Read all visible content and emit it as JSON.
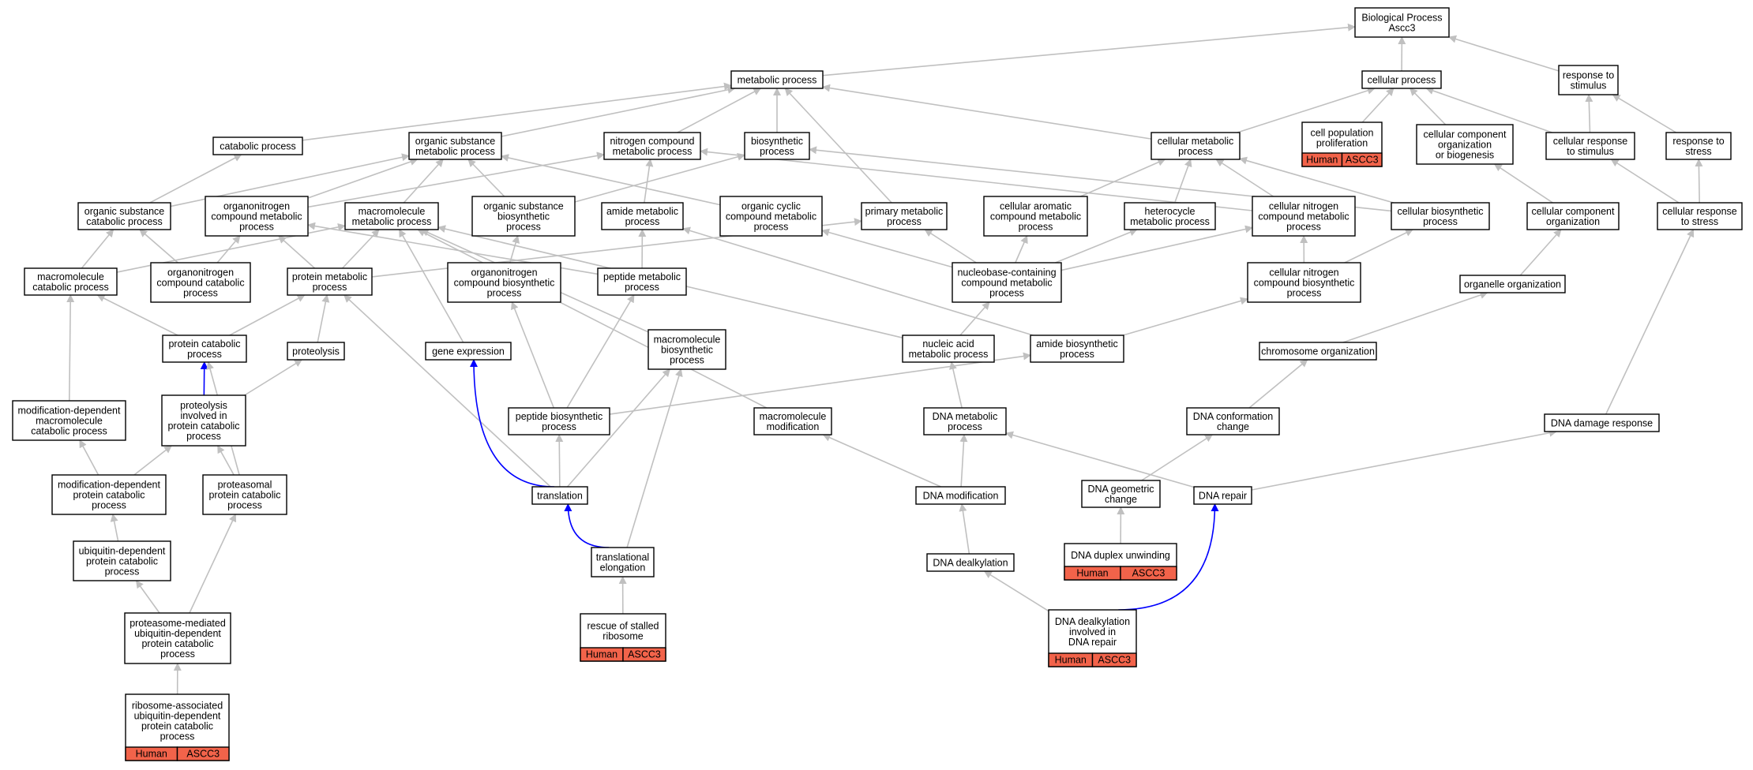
{
  "nodes": [
    {
      "id": "bp",
      "lines": [
        "Biological Process",
        "Ascc3"
      ]
    },
    {
      "id": "meta",
      "lines": [
        "metabolic process"
      ]
    },
    {
      "id": "cell",
      "lines": [
        "cellular process"
      ]
    },
    {
      "id": "rts",
      "lines": [
        "response to",
        "stimulus"
      ]
    },
    {
      "id": "catab",
      "lines": [
        "catabolic process"
      ]
    },
    {
      "id": "osmp",
      "lines": [
        "organic substance",
        "metabolic process"
      ]
    },
    {
      "id": "ncmp",
      "lines": [
        "nitrogen compound",
        "metabolic process"
      ]
    },
    {
      "id": "bios",
      "lines": [
        "biosynthetic",
        "process"
      ]
    },
    {
      "id": "cmp",
      "lines": [
        "cellular metabolic",
        "process"
      ]
    },
    {
      "id": "cpp",
      "lines": [
        "cell population",
        "proliferation"
      ],
      "tags": [
        "Human",
        "ASCC3"
      ]
    },
    {
      "id": "ccob",
      "lines": [
        "cellular component",
        "organization",
        "or biogenesis"
      ]
    },
    {
      "id": "crts",
      "lines": [
        "cellular response",
        "to stimulus"
      ]
    },
    {
      "id": "rstress",
      "lines": [
        "response to",
        "stress"
      ]
    },
    {
      "id": "oscp",
      "lines": [
        "organic substance",
        "catabolic process"
      ]
    },
    {
      "id": "oncmp",
      "lines": [
        "organonitrogen",
        "compound metabolic",
        "process"
      ]
    },
    {
      "id": "mmp",
      "lines": [
        "macromolecule",
        "metabolic process"
      ]
    },
    {
      "id": "osbp",
      "lines": [
        "organic substance",
        "biosynthetic",
        "process"
      ]
    },
    {
      "id": "amp",
      "lines": [
        "amide metabolic",
        "process"
      ]
    },
    {
      "id": "occmp",
      "lines": [
        "organic cyclic",
        "compound metabolic",
        "process"
      ]
    },
    {
      "id": "pmp",
      "lines": [
        "primary metabolic",
        "process"
      ]
    },
    {
      "id": "cacmp",
      "lines": [
        "cellular aromatic",
        "compound metabolic",
        "process"
      ]
    },
    {
      "id": "hmp",
      "lines": [
        "heterocycle",
        "metabolic process"
      ]
    },
    {
      "id": "cncmp",
      "lines": [
        "cellular nitrogen",
        "compound metabolic",
        "process"
      ]
    },
    {
      "id": "cbp",
      "lines": [
        "cellular biosynthetic",
        "process"
      ]
    },
    {
      "id": "cco",
      "lines": [
        "cellular component",
        "organization"
      ]
    },
    {
      "id": "crstress",
      "lines": [
        "cellular response",
        "to stress"
      ]
    },
    {
      "id": "mcp",
      "lines": [
        "macromolecule",
        "catabolic process"
      ]
    },
    {
      "id": "onccp",
      "lines": [
        "organonitrogen",
        "compound catabolic",
        "process"
      ]
    },
    {
      "id": "protmp",
      "lines": [
        "protein metabolic",
        "process"
      ]
    },
    {
      "id": "oncbp",
      "lines": [
        "organonitrogen",
        "compound biosynthetic",
        "process"
      ]
    },
    {
      "id": "pepmp",
      "lines": [
        "peptide metabolic",
        "process"
      ]
    },
    {
      "id": "nbcmp",
      "lines": [
        "nucleobase-containing",
        "compound metabolic",
        "process"
      ]
    },
    {
      "id": "cncbp",
      "lines": [
        "cellular nitrogen",
        "compound biosynthetic",
        "process"
      ]
    },
    {
      "id": "oo",
      "lines": [
        "organelle organization"
      ]
    },
    {
      "id": "protcp",
      "lines": [
        "protein catabolic",
        "process"
      ]
    },
    {
      "id": "proteo",
      "lines": [
        "proteolysis"
      ]
    },
    {
      "id": "ge",
      "lines": [
        "gene expression"
      ]
    },
    {
      "id": "mbp",
      "lines": [
        "macromolecule",
        "biosynthetic",
        "process"
      ]
    },
    {
      "id": "namp",
      "lines": [
        "nucleic acid",
        "metabolic process"
      ]
    },
    {
      "id": "abp",
      "lines": [
        "amide biosynthetic",
        "process"
      ]
    },
    {
      "id": "co",
      "lines": [
        "chromosome organization"
      ]
    },
    {
      "id": "mdmcp",
      "lines": [
        "modification-dependent",
        "macromolecule",
        "catabolic process"
      ]
    },
    {
      "id": "pinv",
      "lines": [
        "proteolysis",
        "involved in",
        "protein catabolic",
        "process"
      ]
    },
    {
      "id": "pepbp",
      "lines": [
        "peptide biosynthetic",
        "process"
      ]
    },
    {
      "id": "mmod",
      "lines": [
        "macromolecule",
        "modification"
      ]
    },
    {
      "id": "dnamp",
      "lines": [
        "DNA metabolic",
        "process"
      ]
    },
    {
      "id": "dcc",
      "lines": [
        "DNA conformation",
        "change"
      ]
    },
    {
      "id": "ddr",
      "lines": [
        "DNA damage response"
      ]
    },
    {
      "id": "mdpcp",
      "lines": [
        "modification-dependent",
        "protein catabolic",
        "process"
      ]
    },
    {
      "id": "ppcp",
      "lines": [
        "proteasomal",
        "protein catabolic",
        "process"
      ]
    },
    {
      "id": "transl",
      "lines": [
        "translation"
      ]
    },
    {
      "id": "dmod",
      "lines": [
        "DNA modification"
      ]
    },
    {
      "id": "dgc",
      "lines": [
        "DNA geometric",
        "change"
      ]
    },
    {
      "id": "drep",
      "lines": [
        "DNA repair"
      ]
    },
    {
      "id": "udpcp",
      "lines": [
        "ubiquitin-dependent",
        "protein catabolic",
        "process"
      ]
    },
    {
      "id": "te",
      "lines": [
        "translational",
        "elongation"
      ]
    },
    {
      "id": "ddu",
      "lines": [
        "DNA duplex unwinding"
      ],
      "tags": [
        "Human",
        "ASCC3"
      ]
    },
    {
      "id": "ddealk",
      "lines": [
        "DNA dealkylation"
      ]
    },
    {
      "id": "pmud",
      "lines": [
        "proteasome-mediated",
        "ubiquitin-dependent",
        "protein catabolic",
        "process"
      ]
    },
    {
      "id": "rsr",
      "lines": [
        "rescue of stalled",
        "ribosome"
      ],
      "tags": [
        "Human",
        "ASCC3"
      ]
    },
    {
      "id": "ddidr",
      "lines": [
        "DNA dealkylation",
        "involved in",
        "DNA repair"
      ],
      "tags": [
        "Human",
        "ASCC3"
      ]
    },
    {
      "id": "raud",
      "lines": [
        "ribosome-associated",
        "ubiquitin-dependent",
        "protein catabolic",
        "process"
      ],
      "tags": [
        "Human",
        "ASCC3"
      ]
    }
  ],
  "edges": [
    [
      "meta",
      "bp"
    ],
    [
      "cell",
      "bp"
    ],
    [
      "rts",
      "bp"
    ],
    [
      "catab",
      "meta"
    ],
    [
      "osmp",
      "meta"
    ],
    [
      "ncmp",
      "meta"
    ],
    [
      "bios",
      "meta"
    ],
    [
      "cmp",
      "meta"
    ],
    [
      "pmp",
      "meta"
    ],
    [
      "cmp",
      "cell"
    ],
    [
      "cpp",
      "cell"
    ],
    [
      "ccob",
      "cell"
    ],
    [
      "crts",
      "cell"
    ],
    [
      "crts",
      "rts"
    ],
    [
      "rstress",
      "rts"
    ],
    [
      "oscp",
      "catab"
    ],
    [
      "oscp",
      "osmp"
    ],
    [
      "oncmp",
      "osmp"
    ],
    [
      "mmp",
      "osmp"
    ],
    [
      "osbp",
      "osmp"
    ],
    [
      "occmp",
      "osmp"
    ],
    [
      "oncmp",
      "ncmp"
    ],
    [
      "amp",
      "ncmp"
    ],
    [
      "cncmp",
      "ncmp"
    ],
    [
      "osbp",
      "bios"
    ],
    [
      "cbp",
      "bios"
    ],
    [
      "cacmp",
      "cmp"
    ],
    [
      "hmp",
      "cmp"
    ],
    [
      "cncmp",
      "cmp"
    ],
    [
      "cbp",
      "cmp"
    ],
    [
      "cco",
      "ccob"
    ],
    [
      "crstress",
      "crts"
    ],
    [
      "crstress",
      "rstress"
    ],
    [
      "mcp",
      "oscp"
    ],
    [
      "onccp",
      "oscp"
    ],
    [
      "onccp",
      "oncmp"
    ],
    [
      "protmp",
      "oncmp"
    ],
    [
      "pepmp",
      "oncmp"
    ],
    [
      "mcp",
      "mmp"
    ],
    [
      "protmp",
      "mmp"
    ],
    [
      "mbp",
      "mmp"
    ],
    [
      "ge",
      "mmp"
    ],
    [
      "namp",
      "mmp"
    ],
    [
      "mmod",
      "mmp"
    ],
    [
      "oncbp",
      "osbp"
    ],
    [
      "pepmp",
      "amp"
    ],
    [
      "abp",
      "amp"
    ],
    [
      "nbcmp",
      "occmp"
    ],
    [
      "nbcmp",
      "pmp"
    ],
    [
      "protmp",
      "pmp"
    ],
    [
      "nbcmp",
      "cacmp"
    ],
    [
      "nbcmp",
      "hmp"
    ],
    [
      "nbcmp",
      "cncmp"
    ],
    [
      "cncbp",
      "cncmp"
    ],
    [
      "cncbp",
      "cbp"
    ],
    [
      "oo",
      "cco"
    ],
    [
      "ddr",
      "crstress"
    ],
    [
      "namp",
      "nbcmp"
    ],
    [
      "abp",
      "cncbp"
    ],
    [
      "co",
      "oo"
    ],
    [
      "protcp",
      "mcp"
    ],
    [
      "protcp",
      "protmp"
    ],
    [
      "proteo",
      "protmp"
    ],
    [
      "transl",
      "protmp"
    ],
    [
      "pepbp",
      "oncbp"
    ],
    [
      "pepbp",
      "pepmp"
    ],
    [
      "pepbp",
      "abp"
    ],
    [
      "mdmcp",
      "mcp"
    ],
    [
      "pinv",
      "protcp"
    ],
    [
      "pinv",
      "proteo"
    ],
    [
      "ppcp",
      "protcp"
    ],
    [
      "transl",
      "ge"
    ],
    [
      "transl",
      "mbp"
    ],
    [
      "te",
      "mbp"
    ],
    [
      "transl",
      "pepbp"
    ],
    [
      "dnamp",
      "namp"
    ],
    [
      "dmod",
      "dnamp"
    ],
    [
      "drep",
      "dnamp"
    ],
    [
      "dmod",
      "mmod"
    ],
    [
      "dcc",
      "co"
    ],
    [
      "dgc",
      "dcc"
    ],
    [
      "drep",
      "ddr"
    ],
    [
      "ddu",
      "dgc"
    ],
    [
      "mdpcp",
      "mdmcp"
    ],
    [
      "mdpcp",
      "pinv"
    ],
    [
      "ppcp",
      "pinv"
    ],
    [
      "udpcp",
      "mdpcp"
    ],
    [
      "pmud",
      "udpcp"
    ],
    [
      "pmud",
      "ppcp"
    ],
    [
      "raud",
      "pmud"
    ],
    [
      "te",
      "transl"
    ],
    [
      "rsr",
      "te"
    ],
    [
      "ddealk",
      "dmod"
    ],
    [
      "ddidr",
      "ddealk"
    ],
    [
      "ddidr",
      "drep"
    ]
  ],
  "blue_edges": [
    [
      "pinv",
      "protcp"
    ],
    [
      "transl",
      "ge"
    ],
    [
      "te",
      "transl"
    ],
    [
      "ddidr",
      "drep"
    ]
  ],
  "colors": {
    "edge": "#c0c0c0",
    "highlight_edge": "#0000ff",
    "tag_fill": "#f2634a",
    "border": "#000000"
  }
}
